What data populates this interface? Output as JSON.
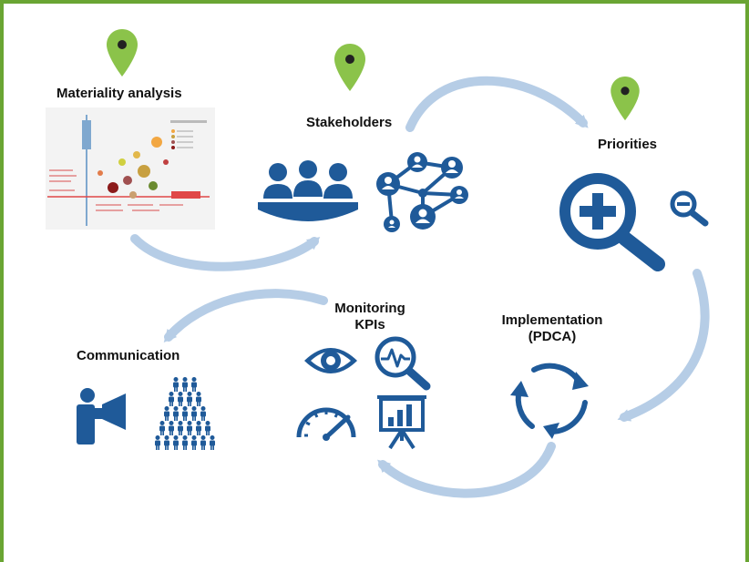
{
  "labels": {
    "materiality": "Materiality analysis",
    "stakeholders": "Stakeholders",
    "priorities": "Priorities",
    "monitoring_line1": "Monitoring",
    "monitoring_line2": "KPIs",
    "implementation_line1": "Implementation",
    "implementation_line2": "(PDCA)",
    "communication": "Communication"
  },
  "colors": {
    "frame_green": "#6aa533",
    "pin_green": "#8bc34a",
    "icon_blue": "#1f5a99",
    "arrow_blue": "#b6cde6"
  },
  "icons": [
    "location-pin-icon",
    "team-meeting-icon",
    "network-people-icon",
    "magnify-plus-icon",
    "magnify-minus-icon",
    "eye-icon",
    "magnify-pulse-icon",
    "speedometer-icon",
    "presentation-chart-icon",
    "refresh-cycle-icon",
    "megaphone-speaker-icon",
    "crowd-pyramid-icon"
  ]
}
